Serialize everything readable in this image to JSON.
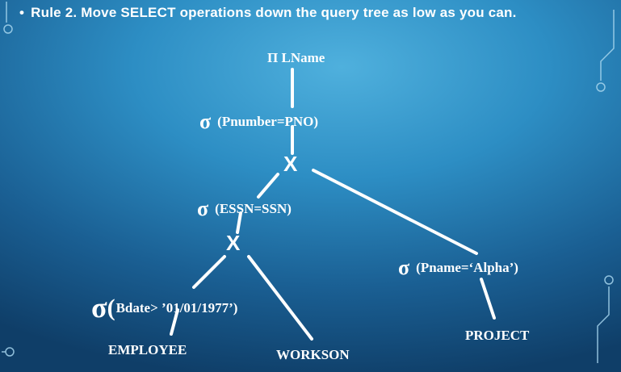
{
  "slide": {
    "bullet": "•",
    "heading": "Rule 2. Move SELECT operations down the query tree as low as you can."
  },
  "tree": {
    "projection": {
      "symbol": "Π",
      "attribute": "LName"
    },
    "select_pnumber": {
      "symbol": "σ",
      "condition": "(Pnumber=PNO)"
    },
    "cross_top": "X",
    "select_essn": {
      "symbol": "σ",
      "condition": "(ESSN=SSN)"
    },
    "cross_bottom": "X",
    "select_bdate": {
      "symbol": "σ",
      "open_paren": "(",
      "condition": "Bdate> ’01/01/1977’)"
    },
    "select_pname": {
      "symbol": "σ",
      "condition": "(Pname=‘Alpha’)"
    },
    "relations": {
      "employee": "EMPLOYEE",
      "workson": "WORKSON",
      "project": "PROJECT"
    }
  },
  "colors": {
    "text": "#ffffff",
    "edge": "#ffffff",
    "background_light": "#4fb0dd",
    "background_dark": "#0f3e68"
  }
}
